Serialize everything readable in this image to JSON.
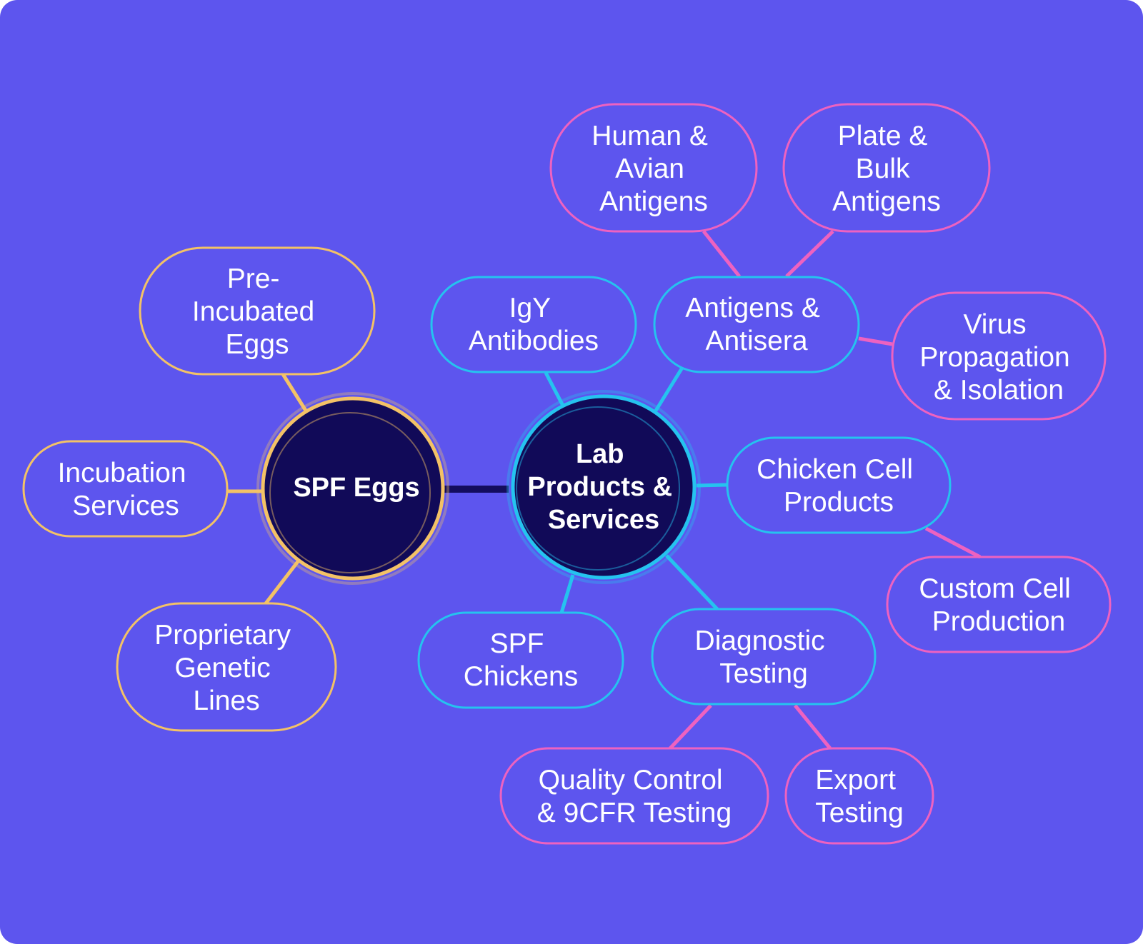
{
  "colors": {
    "background": "#5d55ee",
    "hub_fill": "#110a58",
    "gold": "#f3c266",
    "cyan": "#25c3ef",
    "pink": "#ee62c0",
    "hub_link": "#140d5e"
  },
  "hubs": {
    "spf_eggs": {
      "label": [
        "SPF Eggs"
      ]
    },
    "lab_products": {
      "label": [
        "Lab",
        "Products &",
        "Services"
      ]
    }
  },
  "nodes": {
    "pre_incubated_eggs": {
      "label": [
        "Pre-",
        "Incubated",
        "Eggs"
      ]
    },
    "incubation_services": {
      "label": [
        "Incubation",
        "Services"
      ]
    },
    "proprietary_genetic_lines": {
      "label": [
        "Proprietary",
        "Genetic",
        "Lines"
      ]
    },
    "igy_antibodies": {
      "label": [
        "IgY",
        "Antibodies"
      ]
    },
    "antigens_antisera": {
      "label": [
        "Antigens &",
        "Antisera"
      ]
    },
    "human_avian_antigens": {
      "label": [
        "Human &",
        "Avian",
        "Antigens"
      ]
    },
    "plate_bulk_antigens": {
      "label": [
        "Plate &",
        "Bulk",
        "Antigens"
      ]
    },
    "virus_propagation": {
      "label": [
        "Virus",
        "Propagation",
        "& Isolation"
      ]
    },
    "chicken_cell_products": {
      "label": [
        "Chicken Cell",
        "Products"
      ]
    },
    "custom_cell_production": {
      "label": [
        "Custom Cell",
        "Production"
      ]
    },
    "spf_chickens": {
      "label": [
        "SPF",
        "Chickens"
      ]
    },
    "diagnostic_testing": {
      "label": [
        "Diagnostic",
        "Testing"
      ]
    },
    "quality_control": {
      "label": [
        "Quality Control",
        "& 9CFR Testing"
      ]
    },
    "export_testing": {
      "label": [
        "Export",
        "Testing"
      ]
    }
  }
}
